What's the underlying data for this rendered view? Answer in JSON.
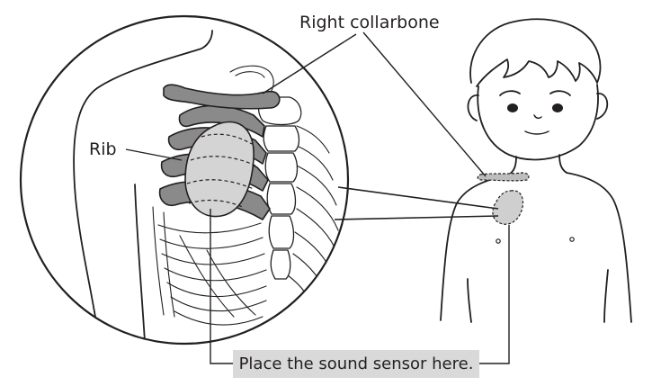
{
  "labels": {
    "right_collarbone": "Right collarbone",
    "rib": "Rib",
    "sensor_instruction": "Place the sound sensor here."
  },
  "colors": {
    "outline": "#231f20",
    "rib_fill": "#8a8a8a",
    "lung_fill": "#d4d4d4",
    "label_box": "#d9d9d9"
  }
}
